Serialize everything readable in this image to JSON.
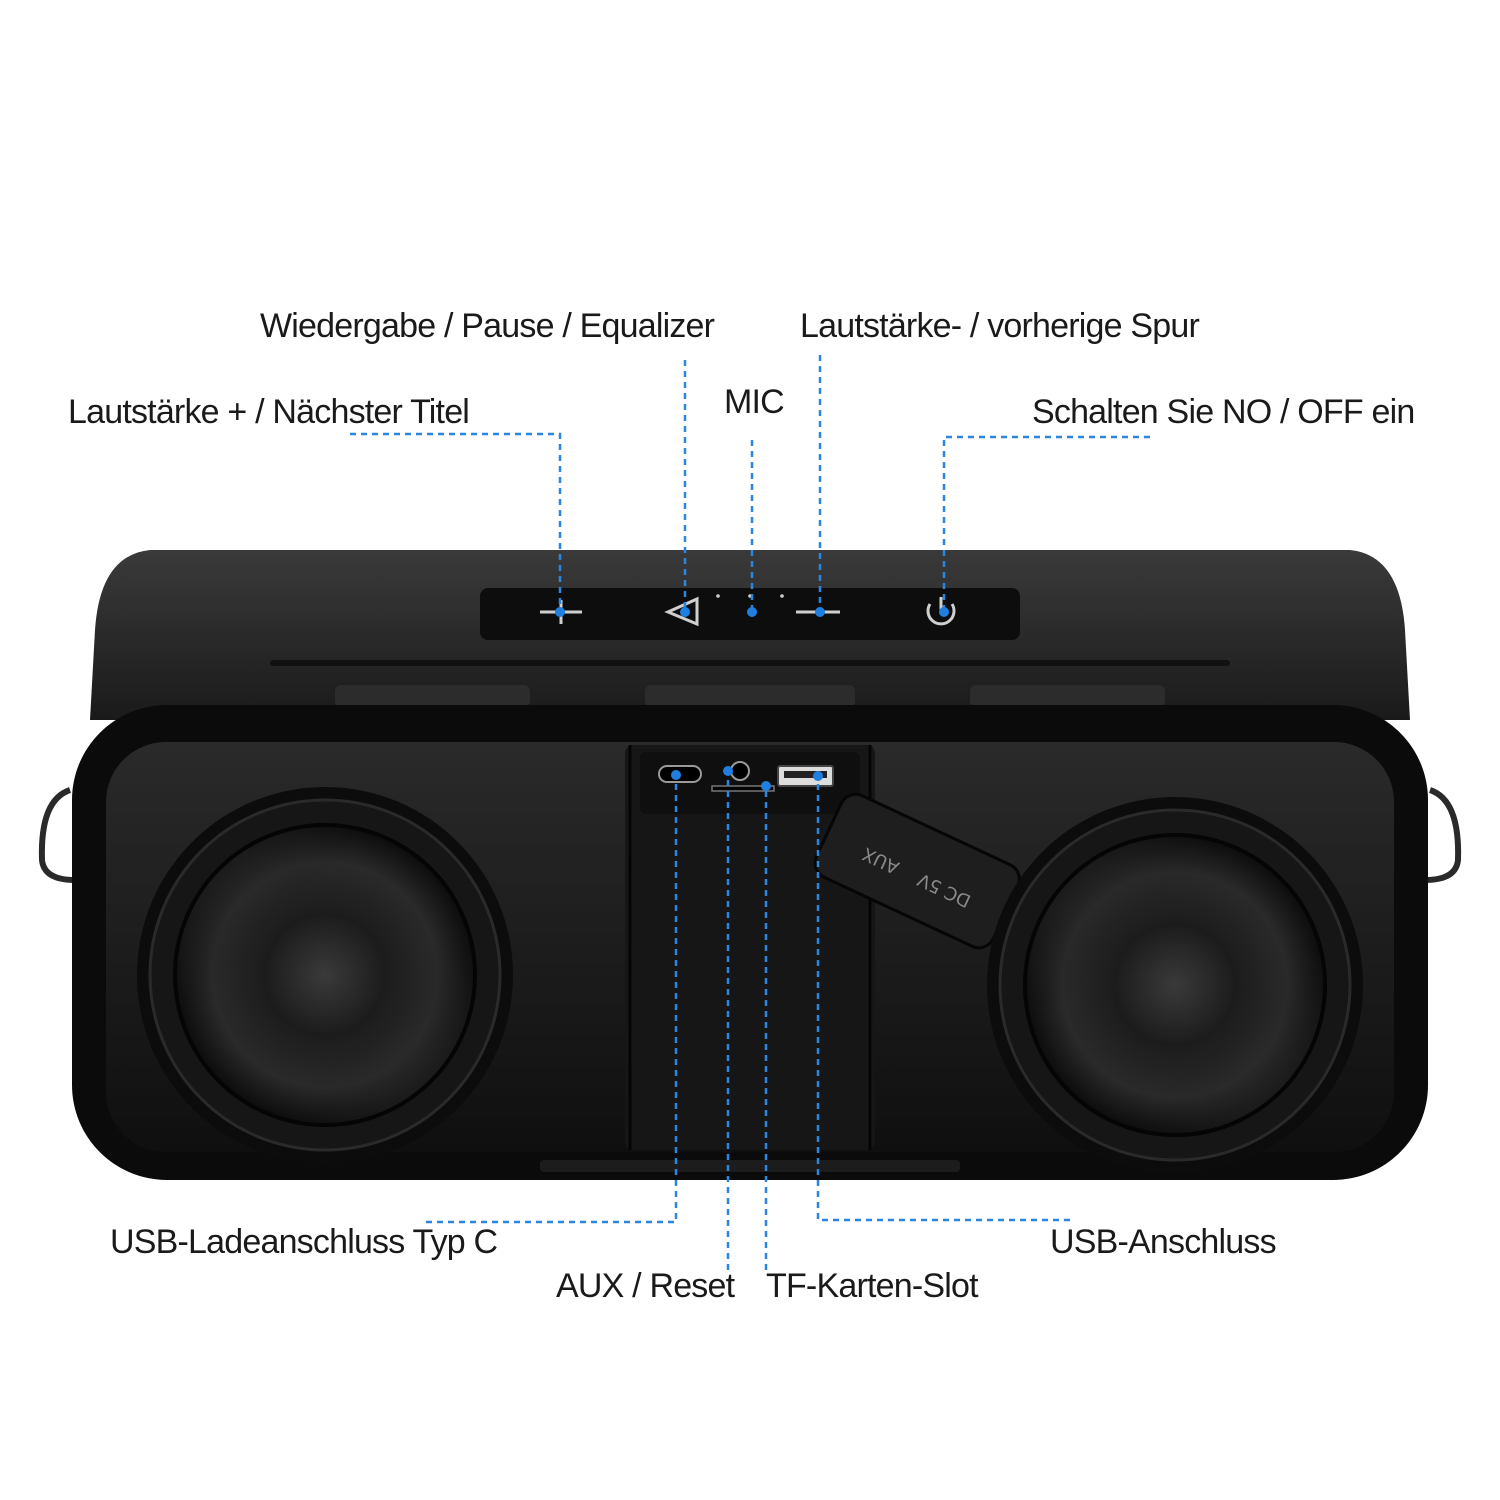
{
  "labels": {
    "play_pause": "Wiedergabe / Pause / Equalizer",
    "volume_down": "Lautstärke- / vorherige Spur",
    "volume_up": "Lautstärke + / Nächster Titel",
    "mic": "MIC",
    "power": "Schalten Sie NO / OFF ein",
    "usb_c": "USB-Ladeanschluss Typ C",
    "aux_reset": "AUX / Reset",
    "tf_slot": "TF-Karten-Slot",
    "usb_port": "USB-Anschluss"
  },
  "cover_text": {
    "dc": "DC 5V",
    "aux": "AUX"
  },
  "colors": {
    "callout": "#2b86e0",
    "body": "#141414",
    "background": "#ffffff"
  }
}
